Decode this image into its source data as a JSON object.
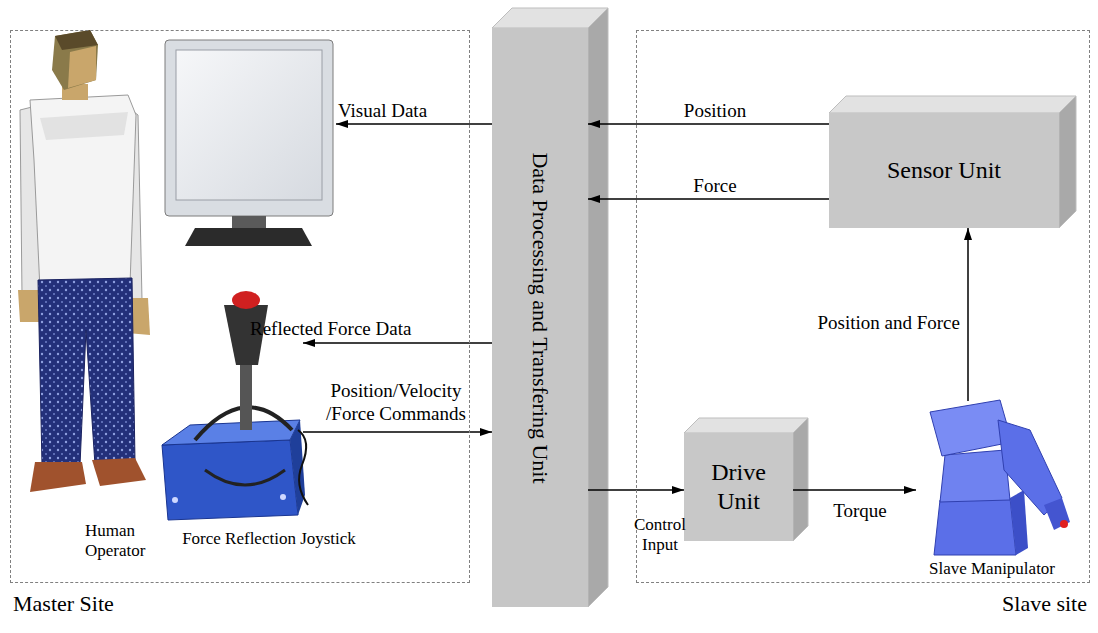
{
  "diagram": {
    "nodes": [
      {
        "text": [
          "Master Site"
        ]
      },
      {
        "text": [
          "Human Operator"
        ],
        "in": 0
      },
      {
        "text": [
          "Force Reflection Joystick"
        ],
        "in": 0
      },
      {
        "text": [
          "Data Processing and Transfering Unit"
        ]
      },
      {
        "text": [
          "Slave site"
        ]
      },
      {
        "text": [
          "Sensor Unit"
        ],
        "in": 4
      },
      {
        "text": [
          "Drive Unit"
        ],
        "in": 4
      },
      {
        "text": [
          "Slave Manipulator"
        ],
        "in": 4
      }
    ],
    "edges": [
      {
        "from": 3,
        "to": 2,
        "label": "Reflected Force Data",
        "arrow": "to"
      },
      {
        "from": 2,
        "to": 3,
        "label": "Position/Velocity /Force Commands",
        "arrow": "to"
      },
      {
        "from": 3,
        "to": 6,
        "label": "Control Input",
        "arrow": "to"
      },
      {
        "from": 6,
        "to": 7,
        "label": "Torque",
        "arrow": "to"
      },
      {
        "from": 7,
        "to": 5,
        "label": "Position and Force",
        "arrow": "to"
      },
      {
        "from": 5,
        "to": 3,
        "label": "Position",
        "arrow": "to"
      },
      {
        "from": 5,
        "to": 3,
        "label": "Force",
        "arrow": "to"
      }
    ],
    "labels": [
      "Visual Data"
    ]
  }
}
